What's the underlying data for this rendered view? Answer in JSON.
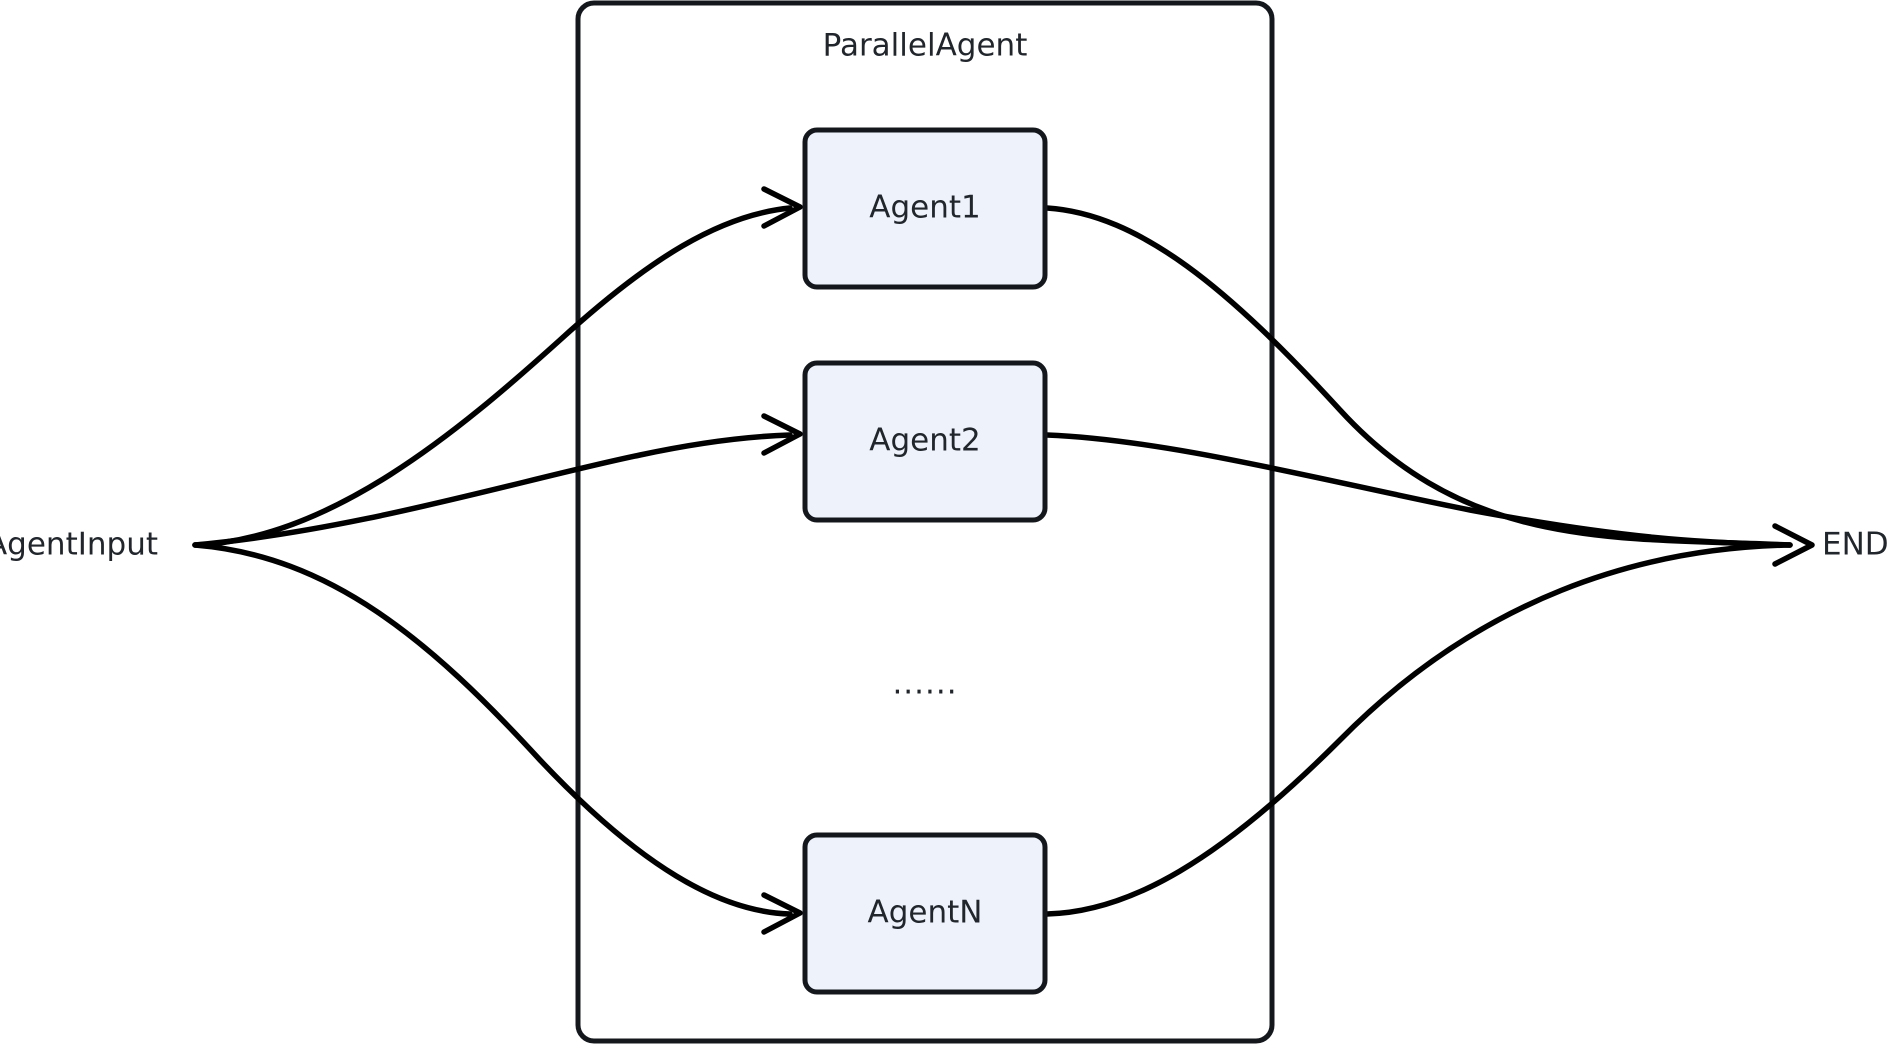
{
  "diagram": {
    "type": "flow-diagram",
    "title_text": "ParallelAgent",
    "background_color": "#ffffff",
    "node_fill_color": "#eef2fb",
    "node_stroke_color": "#14181d",
    "edge_color": "#000000",
    "text_color": "#21262c",
    "group": {
      "label": "ParallelAgent",
      "name": "parallel-agent-group"
    },
    "source_node": {
      "label": "AgentInput",
      "name": "agent-input-node"
    },
    "sink_node": {
      "label": "END",
      "name": "end-node"
    },
    "ellipsis": {
      "label": "......",
      "name": "ellipsis-indicator"
    },
    "agents": [
      {
        "label": "Agent1",
        "name": "agent1-node"
      },
      {
        "label": "Agent2",
        "name": "agent2-node"
      },
      {
        "label": "AgentN",
        "name": "agentn-node"
      }
    ],
    "edges": [
      {
        "from": "AgentInput",
        "to": "Agent1"
      },
      {
        "from": "AgentInput",
        "to": "Agent2"
      },
      {
        "from": "AgentInput",
        "to": "AgentN"
      },
      {
        "from": "Agent1",
        "to": "END"
      },
      {
        "from": "Agent2",
        "to": "END"
      },
      {
        "from": "AgentN",
        "to": "END"
      }
    ]
  }
}
